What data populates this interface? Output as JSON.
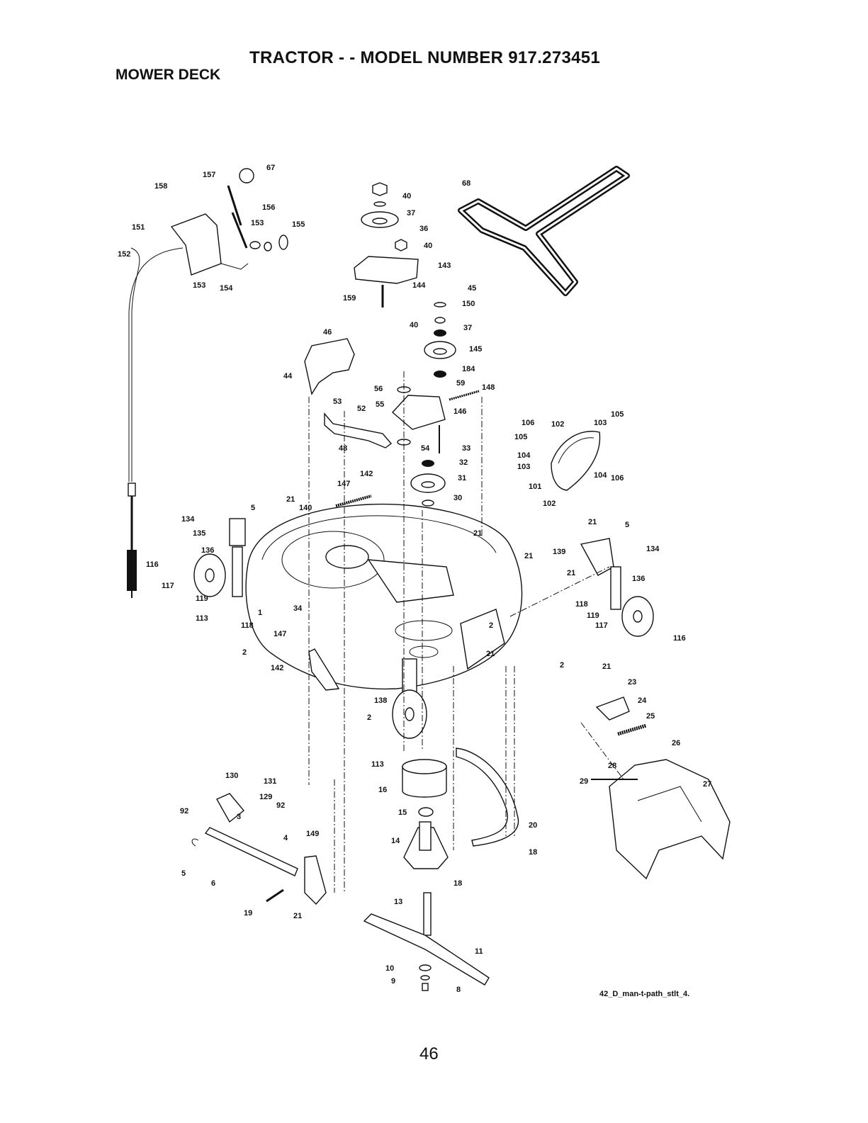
{
  "header": {
    "title": "TRACTOR - - MODEL NUMBER 917.273451",
    "subtitle": "MOWER DECK"
  },
  "footnote": "42_D_man-t-path_stlt_4.",
  "page_number": "46",
  "part_labels": [
    "67",
    "157",
    "158",
    "156",
    "153",
    "155",
    "151",
    "152",
    "153",
    "154",
    "40",
    "37",
    "36",
    "40",
    "143",
    "144",
    "159",
    "68",
    "45",
    "150",
    "40",
    "37",
    "145",
    "184",
    "46",
    "44",
    "59",
    "148",
    "56",
    "55",
    "53",
    "52",
    "48",
    "146",
    "54",
    "33",
    "32",
    "31",
    "142",
    "147",
    "140",
    "30",
    "21",
    "5",
    "134",
    "135",
    "136",
    "116",
    "117",
    "119",
    "113",
    "118",
    "2",
    "1",
    "34",
    "147",
    "21",
    "21",
    "2",
    "2",
    "142",
    "138",
    "2",
    "21",
    "139",
    "21",
    "5",
    "134",
    "136",
    "118",
    "119",
    "117",
    "116",
    "21",
    "106",
    "105",
    "102",
    "103",
    "105",
    "104",
    "103",
    "104",
    "106",
    "101",
    "102",
    "21",
    "23",
    "24",
    "25",
    "26",
    "28",
    "29",
    "27",
    "113",
    "16",
    "15",
    "14",
    "13",
    "11",
    "10",
    "9",
    "8",
    "20",
    "18",
    "18",
    "130",
    "131",
    "129",
    "92",
    "92",
    "3",
    "4",
    "149",
    "5",
    "6",
    "19",
    "21"
  ]
}
